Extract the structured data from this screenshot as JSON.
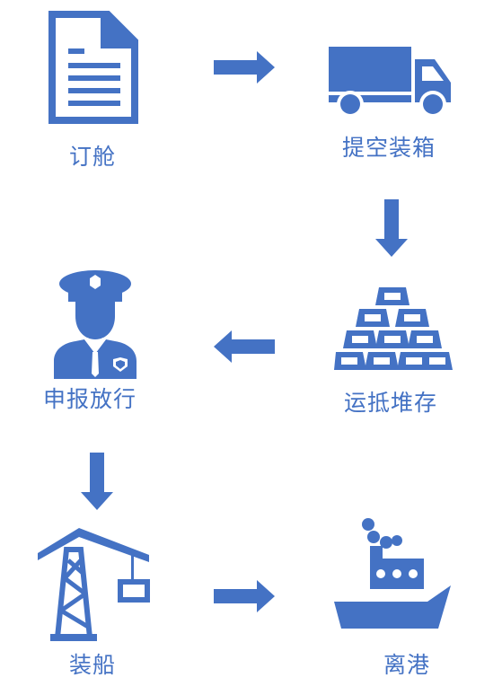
{
  "theme": {
    "accent": "#4472C4",
    "background": "#FFFFFF"
  },
  "steps": [
    {
      "label": "订舱",
      "icon": "document-icon"
    },
    {
      "label": "提空装箱",
      "icon": "truck-icon"
    },
    {
      "label": "运抵堆存",
      "icon": "stacked-bars-icon"
    },
    {
      "label": "申报放行",
      "icon": "police-officer-icon"
    },
    {
      "label": "装船",
      "icon": "crane-icon"
    },
    {
      "label": "离港",
      "icon": "ship-icon"
    }
  ]
}
